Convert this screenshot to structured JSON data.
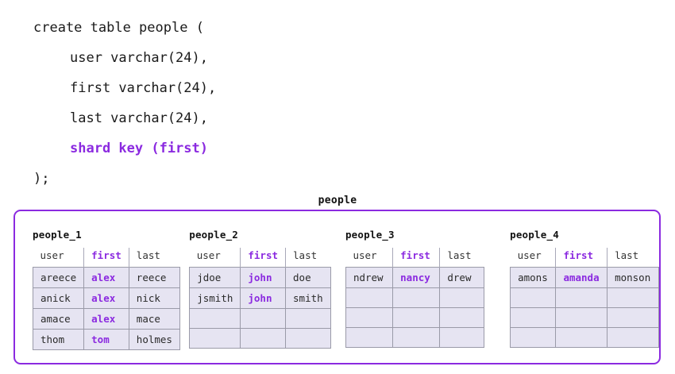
{
  "sql": {
    "lines": [
      {
        "text": "create table people (",
        "indent": false,
        "accent": false
      },
      {
        "text": "user varchar(24),",
        "indent": true,
        "accent": false
      },
      {
        "text": "first varchar(24),",
        "indent": true,
        "accent": false
      },
      {
        "text": "last varchar(24),",
        "indent": true,
        "accent": false
      },
      {
        "text": "shard key (first)",
        "indent": true,
        "accent": true
      },
      {
        "text": ");",
        "indent": false,
        "accent": false
      }
    ]
  },
  "diagram": {
    "title": "people",
    "accent_color": "#8b2ae0",
    "cell_fill": "#e6e4f2",
    "cell_border": "#9a9aa8",
    "columns": [
      "user",
      "first",
      "last"
    ],
    "key_column": "first",
    "shards": [
      {
        "name": "people_1",
        "col_widths": [
          "62px",
          "58px",
          "62px"
        ],
        "rows": [
          [
            "areece",
            "alex",
            "reece"
          ],
          [
            "anick",
            "alex",
            "nick"
          ],
          [
            "amace",
            "alex",
            "mace"
          ],
          [
            "thom",
            "tom",
            "holmes"
          ]
        ]
      },
      {
        "name": "people_2",
        "col_widths": [
          "62px",
          "58px",
          "62px"
        ],
        "rows": [
          [
            "jdoe",
            "john",
            "doe"
          ],
          [
            "jsmith",
            "john",
            "smith"
          ],
          [
            "",
            "",
            ""
          ],
          [
            "",
            "",
            ""
          ]
        ]
      },
      {
        "name": "people_3",
        "col_widths": [
          "62px",
          "62px",
          "62px"
        ],
        "rows": [
          [
            "ndrew",
            "nancy",
            "drew"
          ],
          [
            "",
            "",
            ""
          ],
          [
            "",
            "",
            ""
          ],
          [
            "",
            "",
            ""
          ]
        ]
      },
      {
        "name": "people_4",
        "col_widths": [
          "62px",
          "68px",
          "70px"
        ],
        "rows": [
          [
            "amons",
            "amanda",
            "monson"
          ],
          [
            "",
            "",
            ""
          ],
          [
            "",
            "",
            ""
          ],
          [
            "",
            "",
            ""
          ]
        ]
      }
    ]
  }
}
